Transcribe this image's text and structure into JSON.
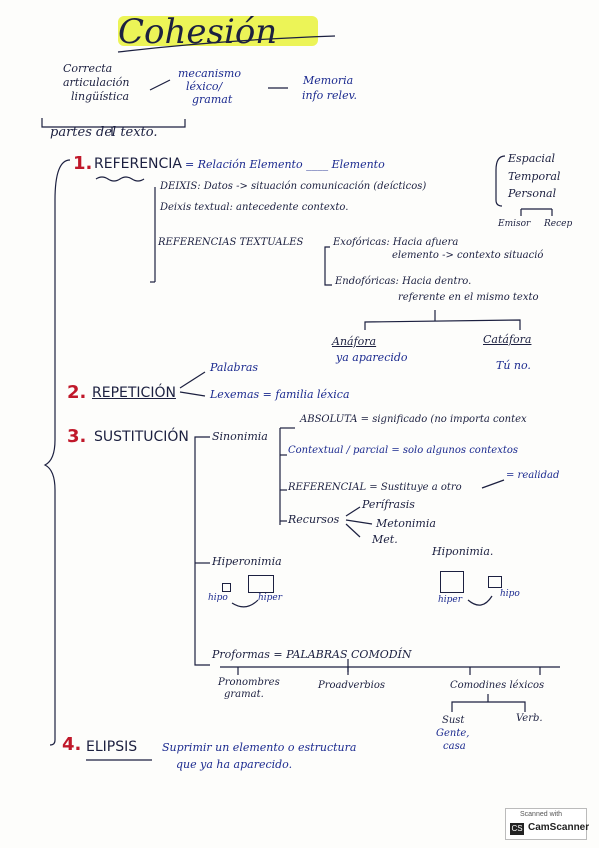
{
  "title": "Cohesión",
  "top": {
    "a1": "Correcta",
    "a2": "articulación",
    "a3": "lingüística",
    "b1": "mecanismo",
    "b2": "léxico/",
    "b3": "gramat",
    "c1": "Memoria",
    "c2": "info relev.",
    "parts": "partes del texto."
  },
  "s1": {
    "num": "1.",
    "head": "REFERENCIA",
    "rel": "= Relación Elemento ____ Elemento",
    "espacial": "Espacial",
    "temporal": "Temporal",
    "personal": "Personal",
    "emisor": "Emisor",
    "recep": "Recep",
    "deixis": "DEIXIS: Datos -> situación comunicación (deícticos)",
    "deixis_textual": "Deixis textual: antecedente contexto.",
    "refer": "REFERENCIAS TEXTUALES",
    "exo1": "Exofóricas: Hacia afuera",
    "exo2": "elemento -> contexto situació",
    "endo1": "Endofóricas: Hacia dentro.",
    "endo2": "referente en el mismo texto",
    "anafora": "Anáfora",
    "anafora_sub": "ya aparecido",
    "catafora": "Catáfora",
    "catafora_sub": "Tú no."
  },
  "s2": {
    "num": "2.",
    "head": "REPETICIÓN",
    "palabras": "Palabras",
    "lexemas": "Lexemas = familia léxica"
  },
  "s3": {
    "num": "3.",
    "head": "SUSTITUCIÓN",
    "sinonimia": "Sinonimia",
    "absoluta": "ABSOLUTA = significado (no importa contex",
    "contextual": "Contextual / parcial = solo algunos contextos",
    "referencial": "REFERENCIAL = Sustituye a otro",
    "realidad": "= realidad",
    "recursos": "Recursos",
    "perifrasis": "Perífrasis",
    "metonimia": "Metonimia",
    "met": "Met.",
    "hiperonimia": "Hiperonimia",
    "hiponimia": "Hiponimia.",
    "hipo": "hipo",
    "hiper": "hiper",
    "proformas": "Proformas = PALABRAS COMODÍN",
    "pronombres1": "Pronombres",
    "pronombres2": "gramat.",
    "proadverbios": "Proadverbios",
    "comodines": "Comodines léxicos",
    "sust": "Sust",
    "verb": "Verb.",
    "gente": "Gente,",
    "casa": "casa"
  },
  "s4": {
    "num": "4.",
    "head": "ELIPSIS",
    "l1": "Suprimir un elemento o estructura",
    "l2": "que ya ha aparecido."
  },
  "footer": {
    "scanned": "Scanned with",
    "brand": "CamScanner",
    "badge": "CS"
  }
}
